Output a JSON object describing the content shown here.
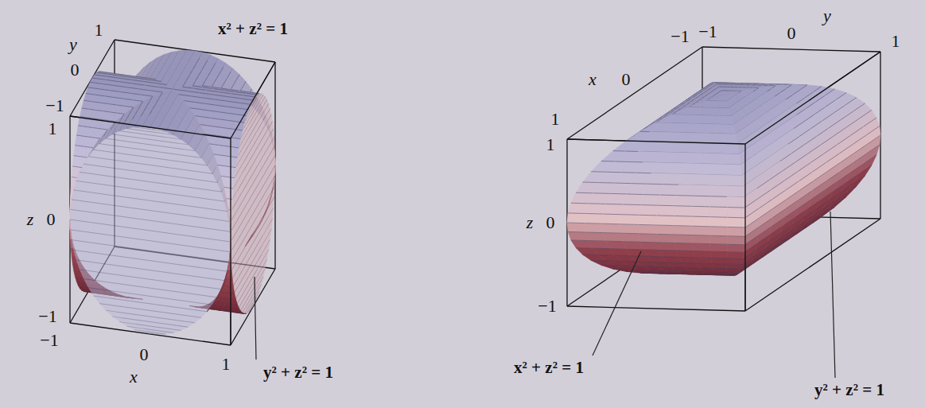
{
  "diagram": {
    "labels": [
      "x² + z² = 1",
      "y",
      "1",
      "0",
      "−1",
      "1",
      "z",
      "0",
      "−1",
      "−1",
      "0",
      "x",
      "1",
      "y² + z² = 1",
      "−1",
      "−1",
      "y",
      "x",
      "0",
      "0",
      "1",
      "1",
      "1",
      "z",
      "0",
      "−1",
      "x² + z² = 1",
      "y² + z² = 1"
    ]
  }
}
